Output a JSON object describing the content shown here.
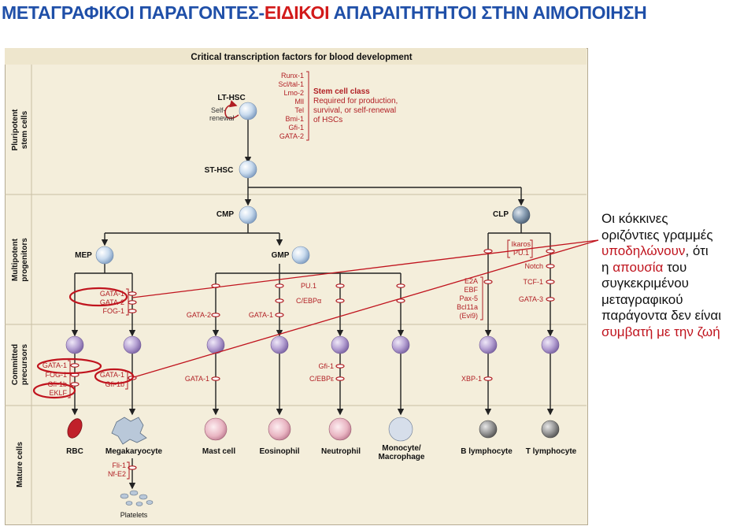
{
  "slide": {
    "title_part1": "ΜΕΤΑΓΡΑΦΙΚΟΙ ΠΑΡΑΓΟΝΤΕΣ-",
    "title_highlight": "ΕΙΔΙΚΟΙ",
    "title_part2": " ΑΠΑΡΑΙΤΗΤΗΤΟΙ ΣΤΗΝ ΑΙΜΟΠΟΙΗΣΗ"
  },
  "figure": {
    "header": "Critical transcription factors for blood development",
    "stages": {
      "pluripotent": [
        "Pluripotent",
        "stem cells"
      ],
      "multipotent": [
        "Multipotent",
        "progenitors"
      ],
      "committed": [
        "Committed",
        "precursors"
      ],
      "mature": [
        "Mature cells"
      ]
    },
    "cells": {
      "lt_hsc": "LT-HSC",
      "self_renewal": [
        "Self-",
        "renewal"
      ],
      "st_hsc": "ST-HSC",
      "cmp": "CMP",
      "clp": "CLP",
      "mep": "MEP",
      "gmp": "GMP"
    },
    "stem_factors": [
      "Runx-1",
      "Scl/tal-1",
      "Lmo-2",
      "Mll",
      "Tel",
      "Bmi-1",
      "Gfi-1",
      "GATA-2"
    ],
    "stem_cell_class": [
      "Stem cell class",
      "Required for production,",
      "survival, or self-renewal",
      "of HSCs"
    ],
    "mep_factors": [
      "GATA-1",
      "GATA-2",
      "FOG-1"
    ],
    "gata2_mid": "GATA-2",
    "gata1_mid": "GATA-1",
    "gmp_factors": [
      "PU.1",
      "C/EBPα"
    ],
    "b_factors": [
      "E2A",
      "EBF",
      "Pax-5",
      "Bcl11a",
      "(Evi9)"
    ],
    "clp_top": [
      "Ikaros",
      "PU.1"
    ],
    "notch": "Notch",
    "t_factors": [
      "TCF-1",
      "GATA-3"
    ],
    "rbc_factors": [
      "GATA-1",
      "FOG-1",
      "Gfi-1b",
      "EKLF"
    ],
    "mk_factors": [
      "GATA-1",
      "Gfi-1b"
    ],
    "mast_factor": "GATA-1",
    "neutro_factors": [
      "Gfi-1",
      "C/EBPε"
    ],
    "xbp": "XBP-1",
    "mature": {
      "rbc": "RBC",
      "megakaryocyte": "Megakaryocyte",
      "mast": "Mast cell",
      "eosinophil": "Eosinophil",
      "neutrophil": "Neutrophil",
      "monocyte": [
        "Monocyte/",
        "Macrophage"
      ],
      "b": "B lymphocyte",
      "t": "T lymphocyte"
    },
    "platelet_factors": [
      "Fli-1",
      "Nf-E2"
    ],
    "platelets": "Platelets"
  },
  "note": {
    "l1": "Οι κόκκινες",
    "l2": "οριζόντιες γραμμές",
    "l3_red": "υποδηλώνουν",
    "l3_rest": ", ότι",
    "l4_pre": "η ",
    "l4_red": "απουσία",
    "l4_post": " του",
    "l5": "συγκεκριμένου",
    "l6": "μεταγραφικού",
    "l7": "παράγοντα δεν είναι",
    "l8_red": "συμβατή με την ζωή"
  },
  "colors": {
    "title_blue": "#1f4fa8",
    "title_red": "#d21a1a",
    "panel_bg": "#f4eedb",
    "factor_red": "#b11f24",
    "stem_cell": "#c5d7ea",
    "committed_cell": "#b9a6d2",
    "note_red": "#c0141e"
  }
}
